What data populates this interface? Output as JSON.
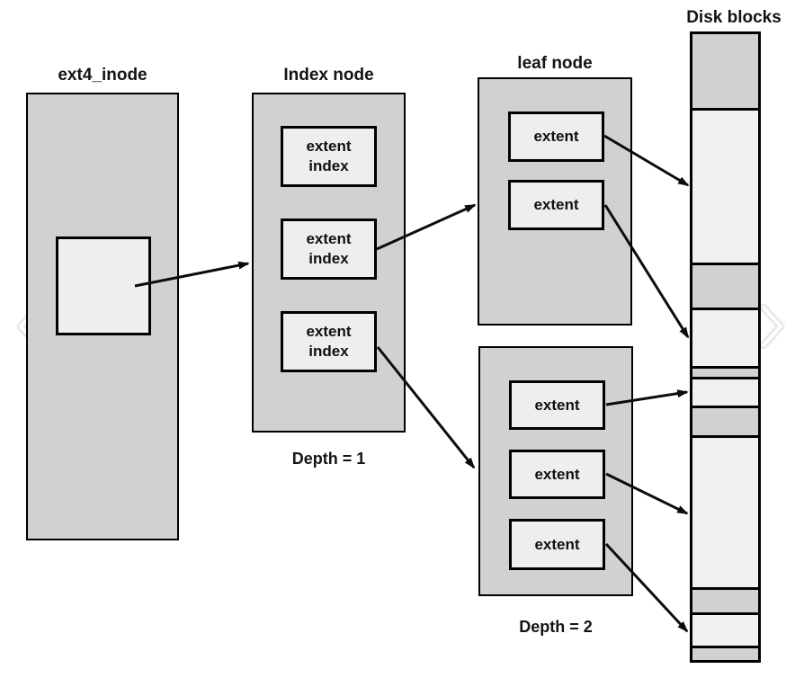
{
  "diagram": {
    "inode": {
      "title": "ext4_inode"
    },
    "index_node": {
      "title": "Index node",
      "depth_label": "Depth = 1",
      "entries": [
        "extent\nindex",
        "extent\nindex",
        "extent\nindex"
      ]
    },
    "leaf_node_top": {
      "title": "leaf node",
      "entries": [
        "extent",
        "extent"
      ]
    },
    "leaf_node_bottom": {
      "depth_label": "Depth = 2",
      "entries": [
        "extent",
        "extent",
        "extent"
      ]
    },
    "disk": {
      "title": "Disk blocks",
      "segments": [
        {
          "shade": "gray",
          "height": 82
        },
        {
          "shade": "light",
          "height": 169
        },
        {
          "shade": "gray",
          "height": 47
        },
        {
          "shade": "light",
          "height": 62
        },
        {
          "shade": "gray",
          "height": 9
        },
        {
          "shade": "light",
          "height": 29
        },
        {
          "shade": "gray",
          "height": 30
        },
        {
          "shade": "light",
          "height": 166
        },
        {
          "shade": "gray",
          "height": 25
        },
        {
          "shade": "light",
          "height": 34
        },
        {
          "shade": "gray",
          "height": 13
        }
      ]
    }
  },
  "colors": {
    "node_fill": "#d2d1d0",
    "entry_fill": "#efeeed",
    "disk_light": "#f2f1f0",
    "disk_gray": "#d2d1d0",
    "border": "#000000",
    "arrow": "#0c0c0c",
    "watermark": "#e9e9e9"
  },
  "icons": {
    "left_nav": "chevron-left-icon",
    "right_nav": "chevron-right-icon"
  }
}
